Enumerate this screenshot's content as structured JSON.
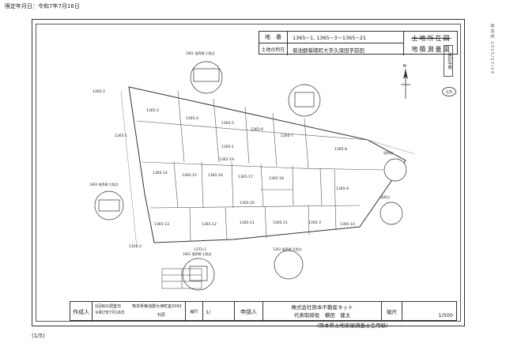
{
  "header": {
    "date_line": "限定年月日：令和7年7月16日"
  },
  "side_stamp": "熊本県 2025/07/24",
  "title_block": {
    "row1_label": "地　番",
    "row1_value": "1365−1, 1365−3〜1365−21",
    "row2_label": "土地の所在",
    "row2_value": "菊池郡菊陽町大字久保田字前田",
    "doc_title_1": "土地所在図",
    "doc_title_2": "地積測量図"
  },
  "vertical_box": "会計寺用",
  "scale_mark": "1/5",
  "parcels": [
    "1365-2",
    "1365-4",
    "1365-5",
    "1365-6",
    "1365-7",
    "1365-1",
    "1365-8",
    "1365-14",
    "1365-15",
    "1365-16",
    "1365-17",
    "1365-18",
    "1365-9",
    "1365-20",
    "1365-10",
    "1365-13",
    "1365-12",
    "1365-11",
    "1365-21",
    "1365-3",
    "1365-19"
  ],
  "left_labels": [
    "1365-2",
    "1365-1",
    "1322-2",
    "1372-1"
  ],
  "footer": {
    "maker_label": "作成人",
    "maker_org": "熊本県菊池郡大津町室2093",
    "maker_name": "石原",
    "survey_label": "1回目の調査日",
    "survey_date": "令和7年7月16日",
    "sheet_label": "縮尺",
    "sheet_value": "1/",
    "applicant_label": "申請人",
    "applicant_org": "株式会社熊本不動産ネット",
    "applicant_name": "代表取締役　横田　健太",
    "scale_label": "縮尺",
    "scale_value": "1/500"
  },
  "association": "(熊本県土地家屋調査士会用紙)",
  "page_label": "(1/5)",
  "inset_labels": {
    "top": "1861 境界標 引照点",
    "left_top": "1860 境界標 引照点",
    "left_bottom": "1862 境界標 引照点",
    "bottom": "1363 境界標 引照点",
    "right_top": "境界点",
    "right_mid": "境界点"
  },
  "north": "N"
}
